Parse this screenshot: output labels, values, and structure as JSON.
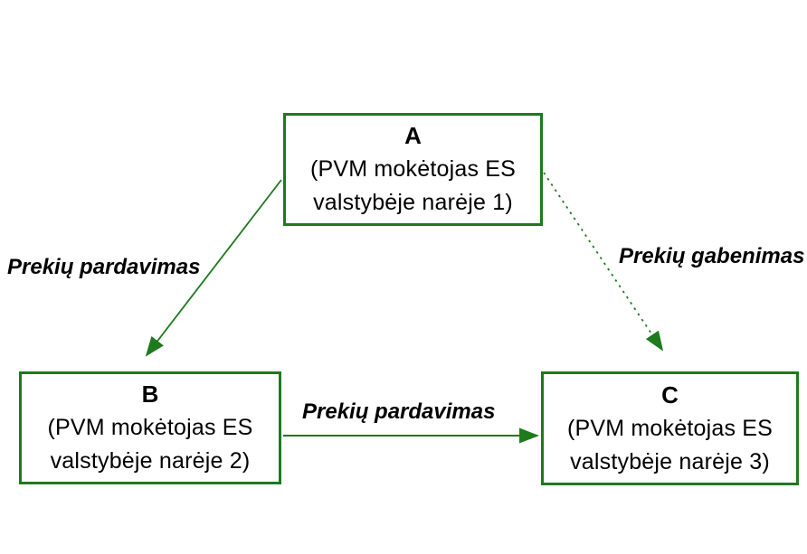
{
  "diagram": {
    "colors": {
      "accent_green": "#1d7a1d",
      "text": "#000000",
      "background": "#ffffff"
    },
    "nodes": [
      {
        "id": "A",
        "label": "A",
        "sublabel": "(PVM mokėtojas ES valstybėje narėje 1)"
      },
      {
        "id": "B",
        "label": "B",
        "sublabel": "(PVM mokėtojas ES valstybėje narėje 2)"
      },
      {
        "id": "C",
        "label": "C",
        "sublabel": "(PVM mokėtojas ES valstybėje narėje 3)"
      }
    ],
    "edges": [
      {
        "from": "A",
        "to": "B",
        "label": "Prekių pardavimas",
        "style": "solid"
      },
      {
        "from": "A",
        "to": "C",
        "label": "Prekių gabenimas",
        "style": "dotted"
      },
      {
        "from": "B",
        "to": "C",
        "label": "Prekių pardavimas",
        "style": "solid"
      }
    ]
  }
}
